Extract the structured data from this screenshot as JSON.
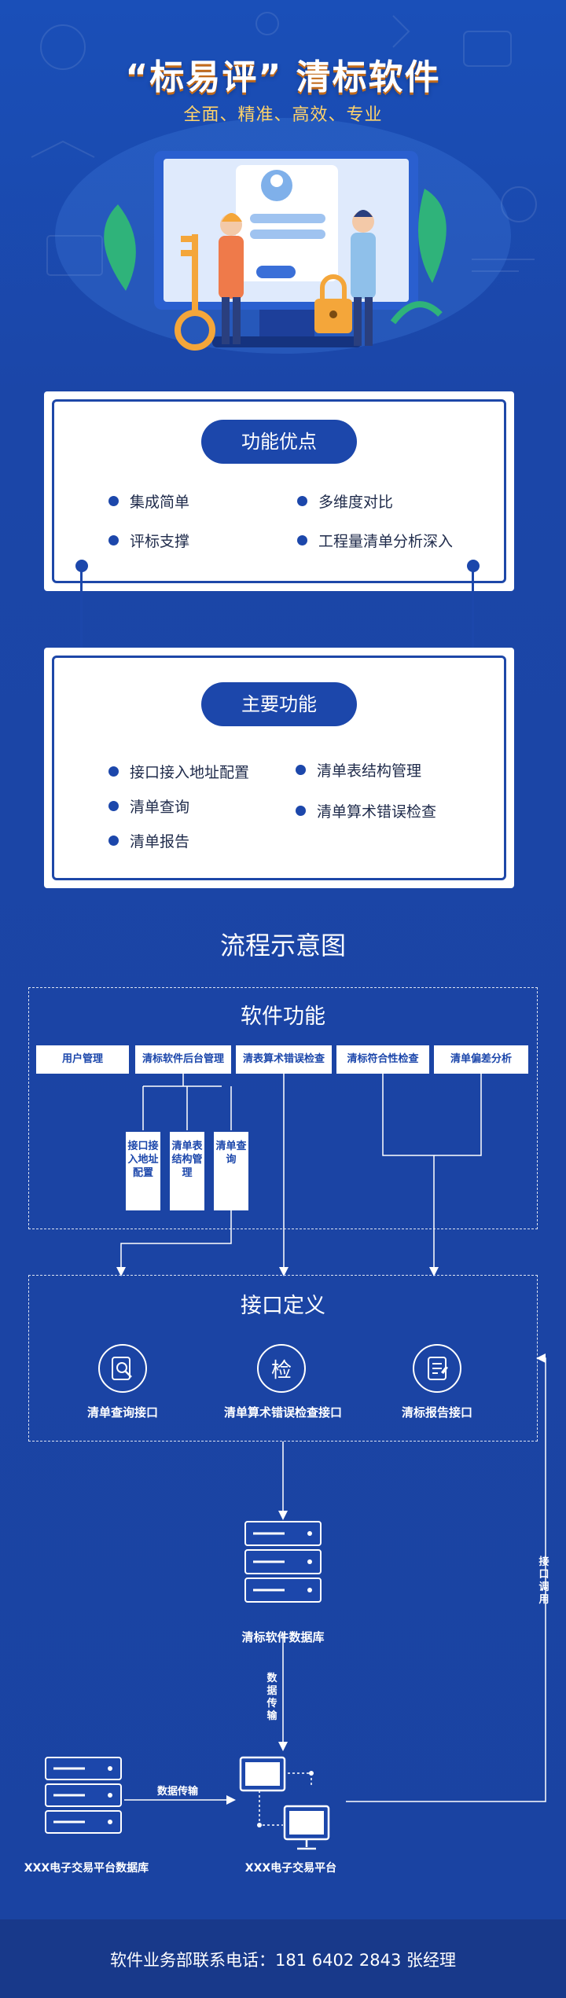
{
  "hero": {
    "title": "“标易评” 清标软件",
    "subtitle": "全面、精准、高效、专业"
  },
  "advantages": {
    "heading": "功能优点",
    "items": [
      "集成简单",
      "多维度对比",
      "评标支撑",
      "工程量清单分析深入"
    ]
  },
  "main_functions": {
    "heading": "主要功能",
    "items": [
      "接口接入地址配置",
      "清单表结构管理",
      "清单查询",
      "清单算术错误检查",
      "清单报告"
    ]
  },
  "flow": {
    "title": "流程示意图",
    "software": {
      "heading": "软件功能",
      "modules": [
        "用户管理",
        "清标软件后台管理",
        "清表算术错误检查",
        "清标符合性检查",
        "清单偏差分析"
      ],
      "sub_modules": [
        "接口接入地址配置",
        "清单表结构管理",
        "清单查询"
      ]
    },
    "interface": {
      "heading": "接口定义",
      "items": [
        {
          "label": "清单查询接口",
          "icon": "search-document-icon"
        },
        {
          "label": "清单算术错误检查接口",
          "icon": "check-icon",
          "glyph": "检"
        },
        {
          "label": "清标报告接口",
          "icon": "report-icon"
        }
      ]
    },
    "database_label": "清标软件数据库",
    "transfer_vertical": "数据传输",
    "transfer_horizontal": "数据传输",
    "interface_call": "接口调用",
    "platform_db_label": "XXX电子交易平台数据库",
    "platform_label": "XXX电子交易平台"
  },
  "footer": {
    "contact": "软件业务部联系电话：181 6402 2843 张经理"
  },
  "colors": {
    "primary": "#1c47ab",
    "background": "#1b46a8",
    "accent": "#ffd36b",
    "footer": "#18398a"
  }
}
